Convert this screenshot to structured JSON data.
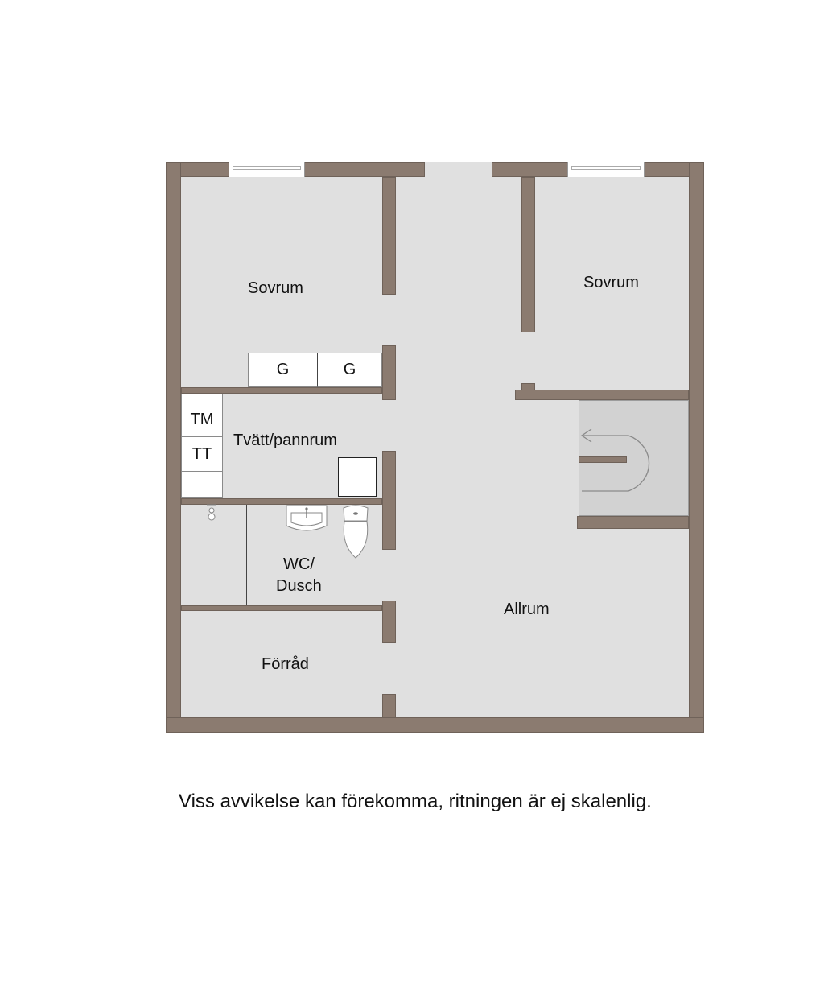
{
  "floorplan": {
    "rooms": [
      {
        "id": "bedroom-left",
        "label": "Sovrum"
      },
      {
        "id": "bedroom-right",
        "label": "Sovrum"
      },
      {
        "id": "laundry",
        "label": "Tvätt/pannrum"
      },
      {
        "id": "bathroom",
        "label_line1": "WC/",
        "label_line2": "Dusch"
      },
      {
        "id": "storage",
        "label": "Förråd"
      },
      {
        "id": "family-room",
        "label": "Allrum"
      }
    ],
    "fixtures": {
      "wardrobe_1": "G",
      "wardrobe_2": "G",
      "washing_machine": "TM",
      "tumble_dryer": "TT"
    },
    "colors": {
      "wall": "#8b7b70",
      "floor": "#e0e0e0",
      "stairs": "#d2d2d2",
      "background": "#ffffff"
    }
  },
  "disclaimer": "Viss avvikelse kan förekomma, ritningen är ej skalenlig."
}
